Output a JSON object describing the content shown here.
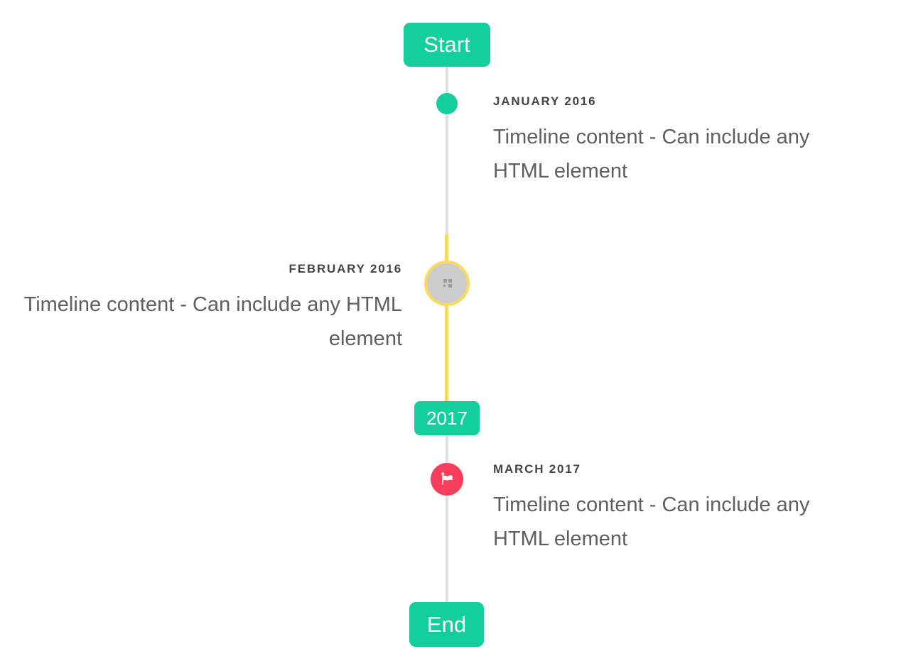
{
  "timeline": {
    "start_badge": "Start",
    "year_badge": "2017",
    "end_badge": "End",
    "entries": [
      {
        "id": "january-2016",
        "title": "JANUARY 2016",
        "content": "Timeline content - Can include any HTML element",
        "side": "right",
        "marker": "teal-dot"
      },
      {
        "id": "february-2016",
        "title": "FEBRUARY 2016",
        "content": "Timeline content - Can include any HTML element",
        "side": "left",
        "marker": "image-placeholder-circle"
      },
      {
        "id": "march-2017",
        "title": "MARCH 2017",
        "content": "Timeline content - Can include any HTML element",
        "side": "right",
        "marker": "flag-circle"
      }
    ],
    "colors": {
      "accent_teal": "#14ce9d",
      "highlight_yellow": "#fada5e",
      "flag_red": "#f93e5c",
      "line_gray": "#e0e0e0",
      "placeholder_gray": "#cccccc",
      "title_text": "#3f4448",
      "content_text": "#5b6064"
    }
  }
}
